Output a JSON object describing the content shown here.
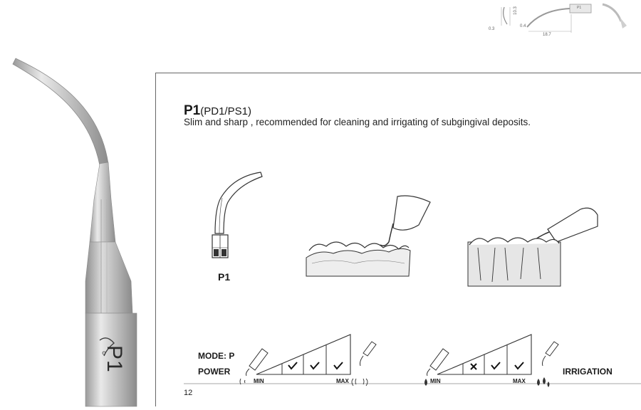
{
  "tech": {
    "dims": [
      "0.3",
      "10.3",
      "0.4",
      "18.7"
    ],
    "shank_label": "P1"
  },
  "product": {
    "model": "P1"
  },
  "page": {
    "title_main": "P1",
    "title_sub": "(PD1/PS1)",
    "description": "Slim and sharp , recommended for cleaning and irrigating of subgingival deposits.",
    "tip_label": "P1",
    "mode_label": "MODE: P",
    "power_label": "POWER",
    "irrigation_label": "IRRIGATION",
    "min_label": "MIN",
    "max_label": "MAX",
    "page_number": "12"
  },
  "settings": {
    "power": [
      "check",
      "check",
      "check"
    ],
    "irrigation": [
      "cross",
      "check",
      "check"
    ]
  },
  "colors": {
    "line": "#5a5a5a",
    "text": "#1a1a1a",
    "gum": "#e6e6e6"
  }
}
